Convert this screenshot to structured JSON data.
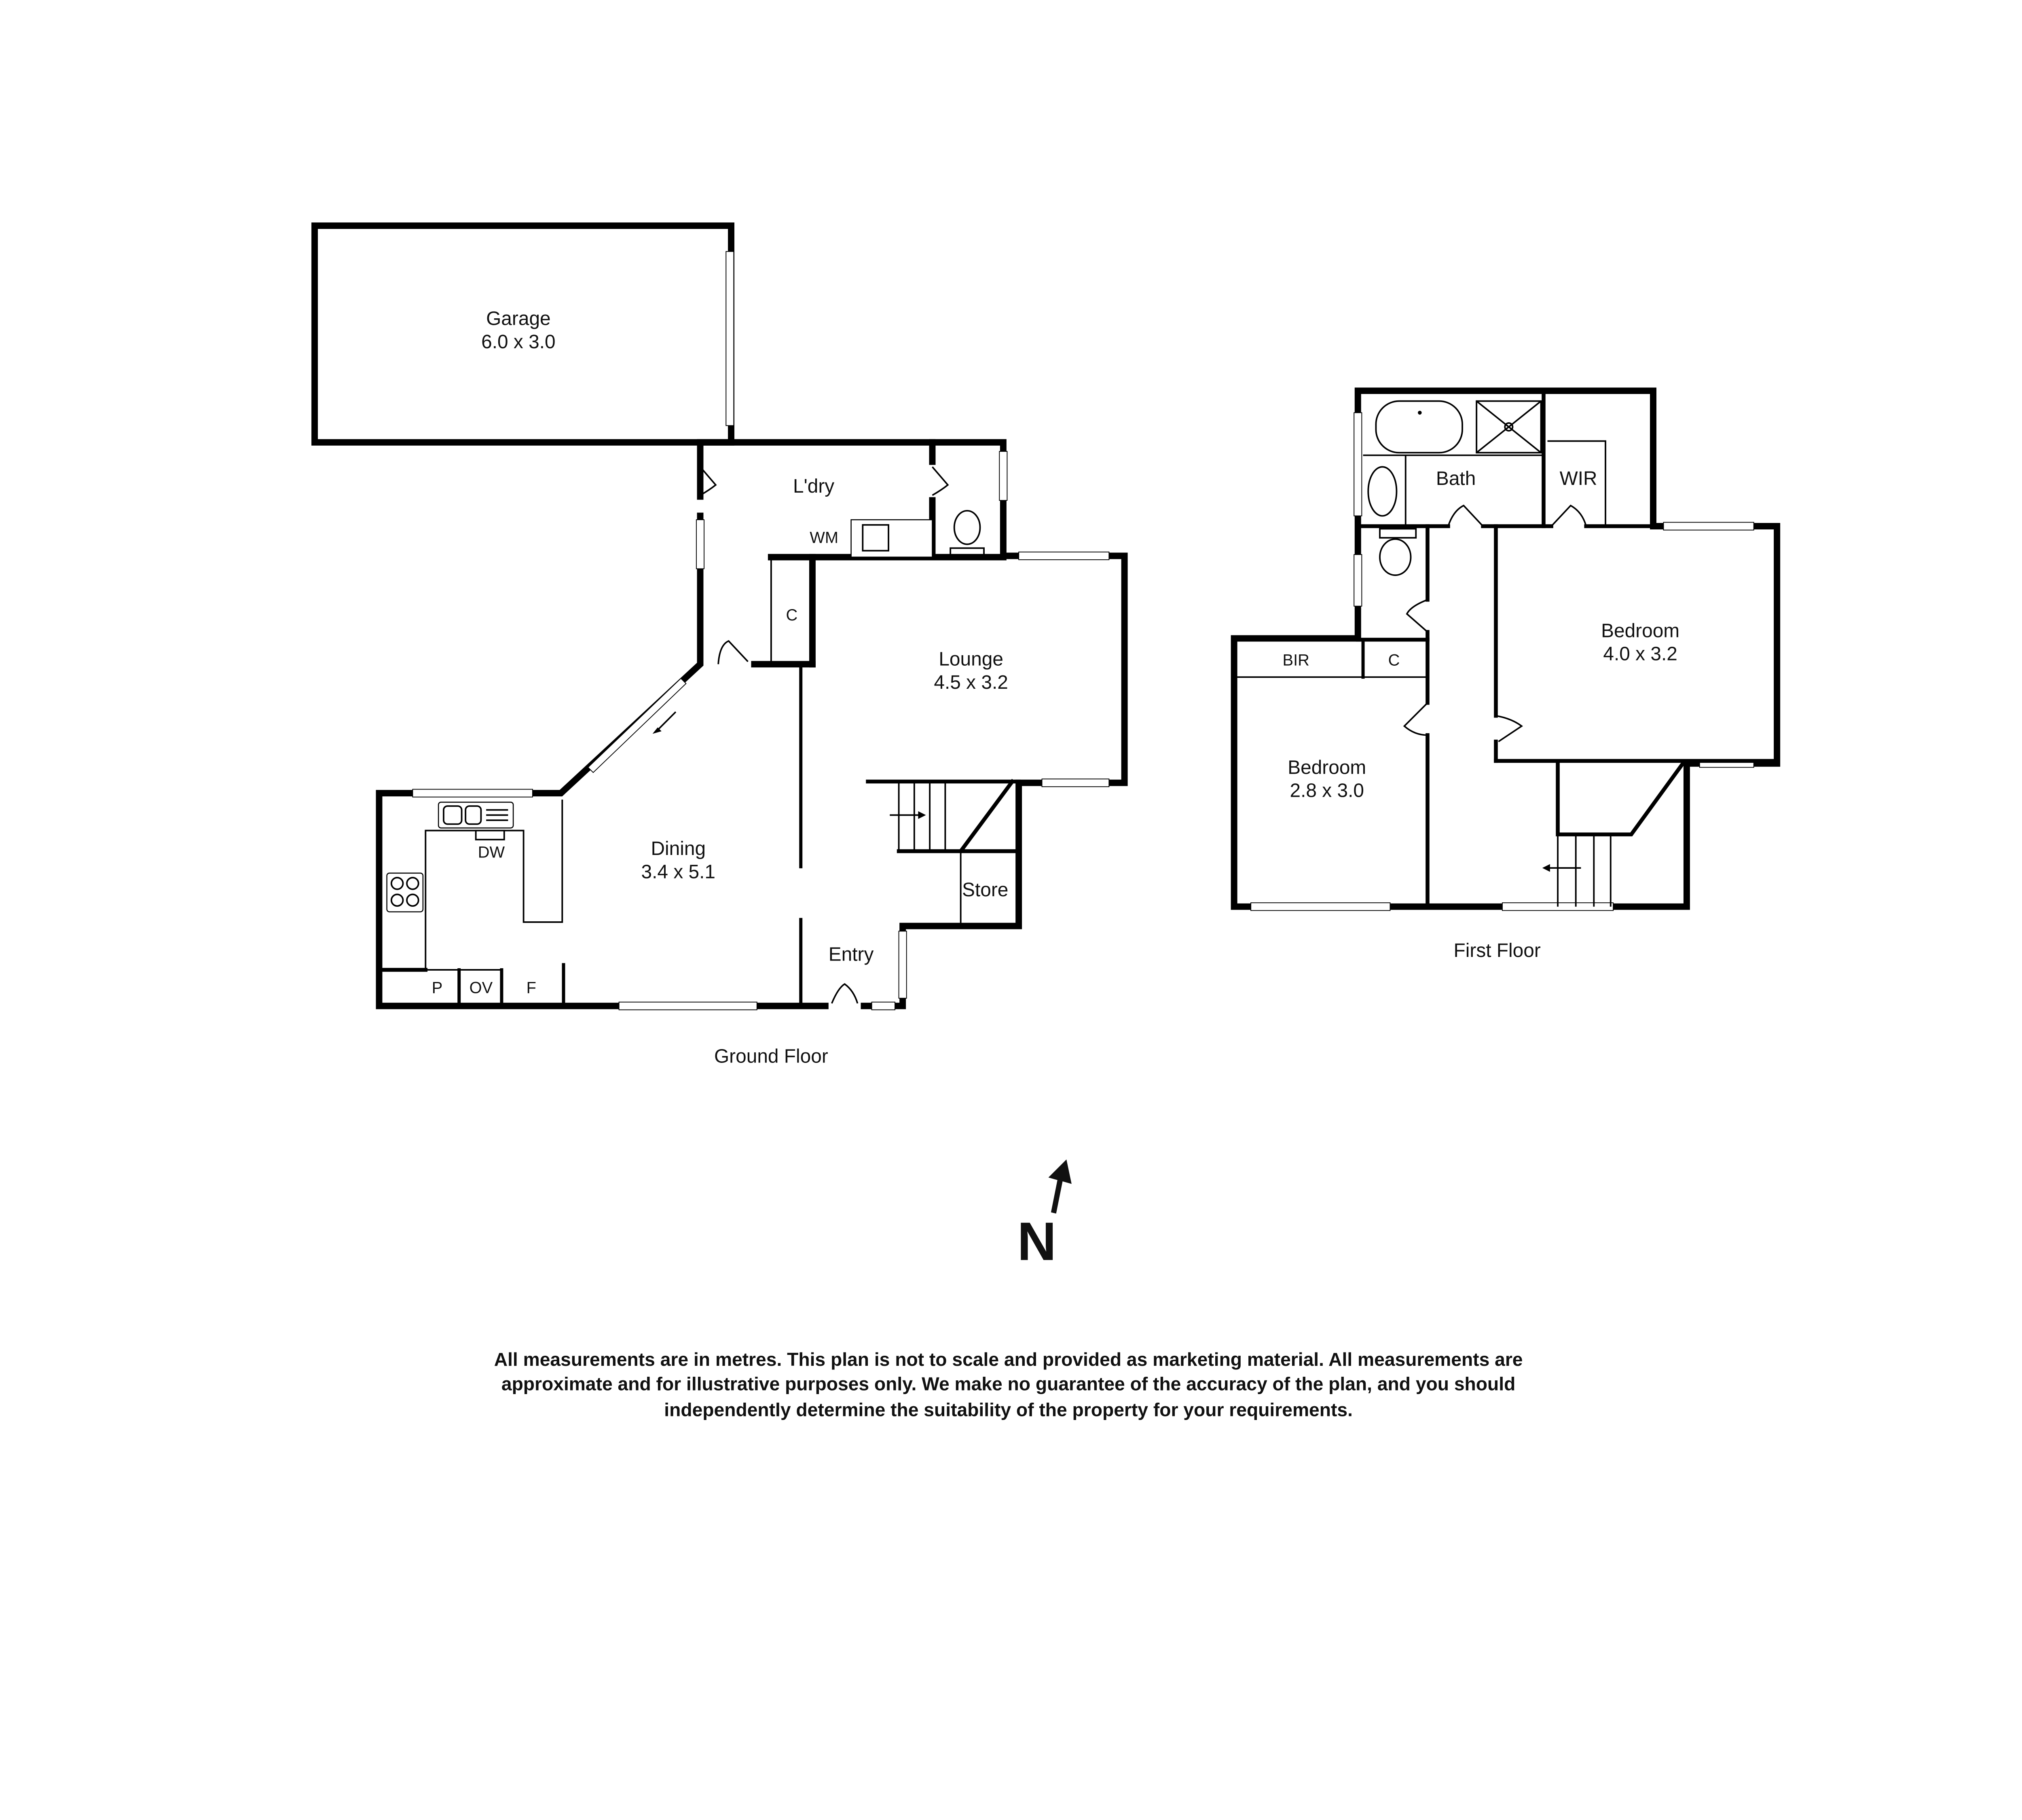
{
  "ground_floor": {
    "title": "Ground Floor",
    "rooms": {
      "garage": {
        "name": "Garage",
        "size": "6.0 x 3.0"
      },
      "laundry": {
        "name": "L'dry"
      },
      "lounge": {
        "name": "Lounge",
        "size": "4.5 x 3.2"
      },
      "dining": {
        "name": "Dining",
        "size": "3.4 x 5.1"
      },
      "entry": {
        "name": "Entry"
      },
      "store": {
        "name": "Store"
      },
      "cupboard": {
        "name": "C"
      }
    },
    "fixtures": {
      "wm": "WM",
      "dw": "DW",
      "p": "P",
      "ov": "OV",
      "f": "F"
    }
  },
  "first_floor": {
    "title": "First Floor",
    "rooms": {
      "bath": {
        "name": "Bath"
      },
      "wir": {
        "name": "WIR"
      },
      "bedroom_main": {
        "name": "Bedroom",
        "size": "4.0 x 3.2"
      },
      "bedroom_2": {
        "name": "Bedroom",
        "size": "2.8 x 3.0"
      },
      "bir": {
        "name": "BIR"
      },
      "cupboard": {
        "name": "C"
      }
    }
  },
  "compass": {
    "label": "N",
    "icon": "north-arrow-icon"
  },
  "disclaimer": {
    "line1": "All measurements are in metres. This plan is not to scale and provided as marketing material. All measurements are",
    "line2": "approximate and for illustrative purposes only. We make no guarantee of the accuracy of the plan, and you should",
    "line3": "independently determine the suitability of the property for your requirements."
  }
}
